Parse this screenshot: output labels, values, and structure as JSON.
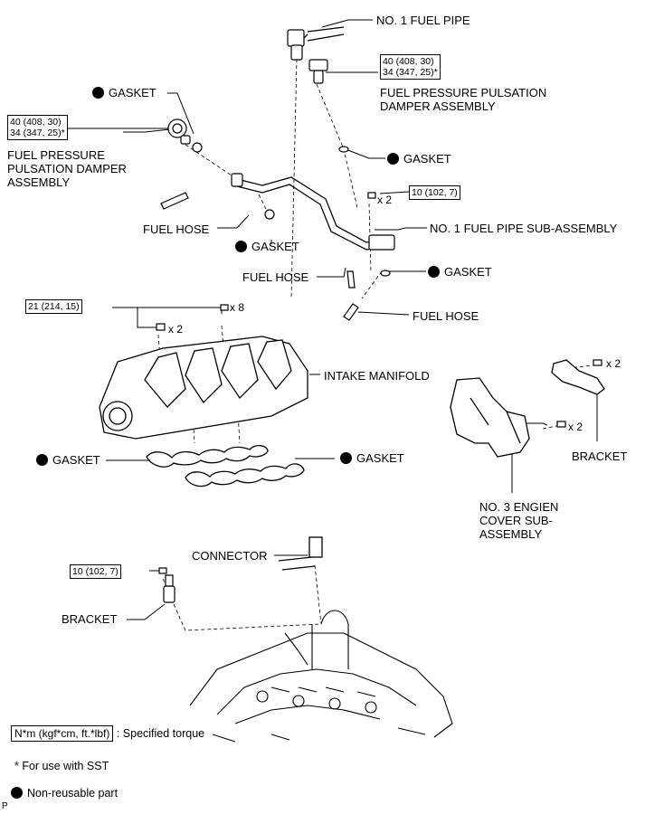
{
  "labels": {
    "no1_fuel_pipe": "NO. 1 FUEL PIPE",
    "damper_right": "FUEL PRESSURE PULSATION DAMPER ASSEMBLY",
    "damper_left": "FUEL PRESSURE PULSATION DAMPER ASSEMBLY",
    "gasket": "GASKET",
    "fuel_hose": "FUEL HOSE",
    "no1_fuel_pipe_sub": "NO. 1 FUEL PIPE SUB-ASSEMBLY",
    "intake_manifold": "INTAKE MANIFOLD",
    "bracket": "BRACKET",
    "no3_cover": "NO. 3 ENGIEN COVER SUB-ASSEMBLY",
    "connector": "CONNECTOR"
  },
  "torque": {
    "damper_right": [
      "40 (408, 30)",
      "34 (347, 25)*"
    ],
    "damper_left": [
      "40 (408, 30)",
      "34 (347, 25)*"
    ],
    "pipe_bolt": "10 (102, 7)",
    "manifold": "21 (214, 15)",
    "bracket": "10 (102, 7)"
  },
  "multipliers": {
    "x2": "x 2",
    "x8": "x 8"
  },
  "legend": {
    "unit_key": "N*m (kgf*cm, ft.*lbf)",
    "unit_desc": ": Specified torque",
    "sst_note": "* For use with SST",
    "nonreusable": "Non-reusable part",
    "corner_code": "P"
  }
}
